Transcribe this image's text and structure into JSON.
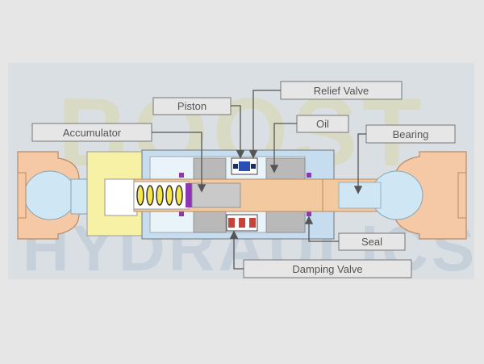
{
  "watermark": {
    "line1": "BOOST",
    "line2": "HYDRAULICS"
  },
  "labels": {
    "relief_valve": "Relief Valve",
    "piston": "Piston",
    "oil": "Oil",
    "accumulator": "Accumulator",
    "bearing": "Bearing",
    "seal": "Seal",
    "damping_valve": "Damping Valve"
  },
  "colors": {
    "background": "#e6e6e6",
    "watermark_band": "#c9d3dc",
    "oil_blue": "#bfe3ef",
    "housing_blue": "#c6dcef",
    "rod_tan": "#f3c9a0",
    "end_fitting_tan": "#f5c9a6",
    "bearing_ball": "#cfe7f4",
    "accumulator_yellow": "#f7f1a6",
    "gray_block": "#b9b9b9",
    "spring_yellow": "#f6e64a",
    "purple": "#8e35b4",
    "valve_blue": "#2b4fb5",
    "valve_red": "#c8423a",
    "callout_border": "#777777",
    "arrow": "#555555"
  }
}
